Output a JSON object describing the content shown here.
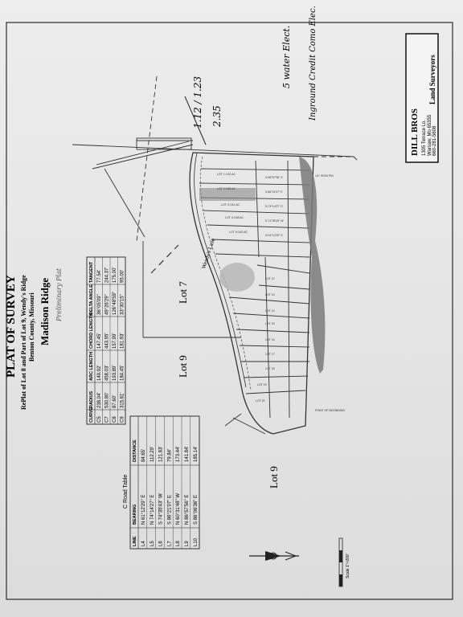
{
  "title": {
    "main": "PLAT OF SURVEY",
    "sub": "RePlat of Lot 8 and Part of Lot 9, Wendy's Ridge",
    "county": "Benton County, Missouri",
    "name": "Madison Ridge",
    "note": "Preliminary Plat"
  },
  "company": {
    "name": "DILL BROS",
    "address": "1305 Terrace Lo.",
    "city": "Warsaw, Mo 65355",
    "phone": "660-281-5608",
    "tag": "Land Surveyors"
  },
  "curve_table": {
    "headers": [
      "CURVE",
      "RADIUS",
      "ARC LENGTH",
      "CHORD LENGTH",
      "DELTA ANGLE",
      "TANGENT"
    ],
    "rows": [
      [
        "C5",
        "238.04'",
        "149.92'",
        "147.45'",
        "36°05'09\"",
        "77.54'"
      ],
      [
        "C7",
        "530.80'",
        "458.03'",
        "443.95'",
        "49°26'29\"",
        "244.37'"
      ],
      [
        "C8",
        "87.60'",
        "193.89'",
        "157.99'",
        "126°48'59\"",
        "175.00'"
      ],
      [
        "C9",
        "315.61'",
        "184.45'",
        "181.93'",
        "33°30'15\"",
        "95.00'"
      ]
    ]
  },
  "road_table": {
    "title": "C Road Table",
    "headers": [
      "LINE",
      "BEARING",
      "DISTANCE"
    ],
    "rows": [
      [
        "L4",
        "N 61°12'29\" E",
        "84.65'"
      ],
      [
        "L5",
        "N 74°14'27\" E",
        "112.29'"
      ],
      [
        "L6",
        "S 74°35'43\" W",
        "121.83'"
      ],
      [
        "L7",
        "S 86°21'07\" E",
        "79.84'"
      ],
      [
        "L8",
        "N 60°31'48\" W",
        "173.44'"
      ],
      [
        "L9",
        "N 86°57'56\" E",
        "141.84'"
      ],
      [
        "L10",
        "S 86°06'36\" E",
        "185.14'"
      ]
    ]
  },
  "labels": {
    "lot7": "Lot 7",
    "lot9_left": "Lot 9",
    "lot9_bottom": "Lot 9",
    "road": "Wendy's Lane",
    "scale": "Scale 1\"=200'"
  },
  "handwriting": {
    "fraction_top": "1.12 / 1.23",
    "fraction_bottom": "2.35",
    "note1": "5 water Elect.",
    "note2": "Inground Credit Como Elec."
  }
}
